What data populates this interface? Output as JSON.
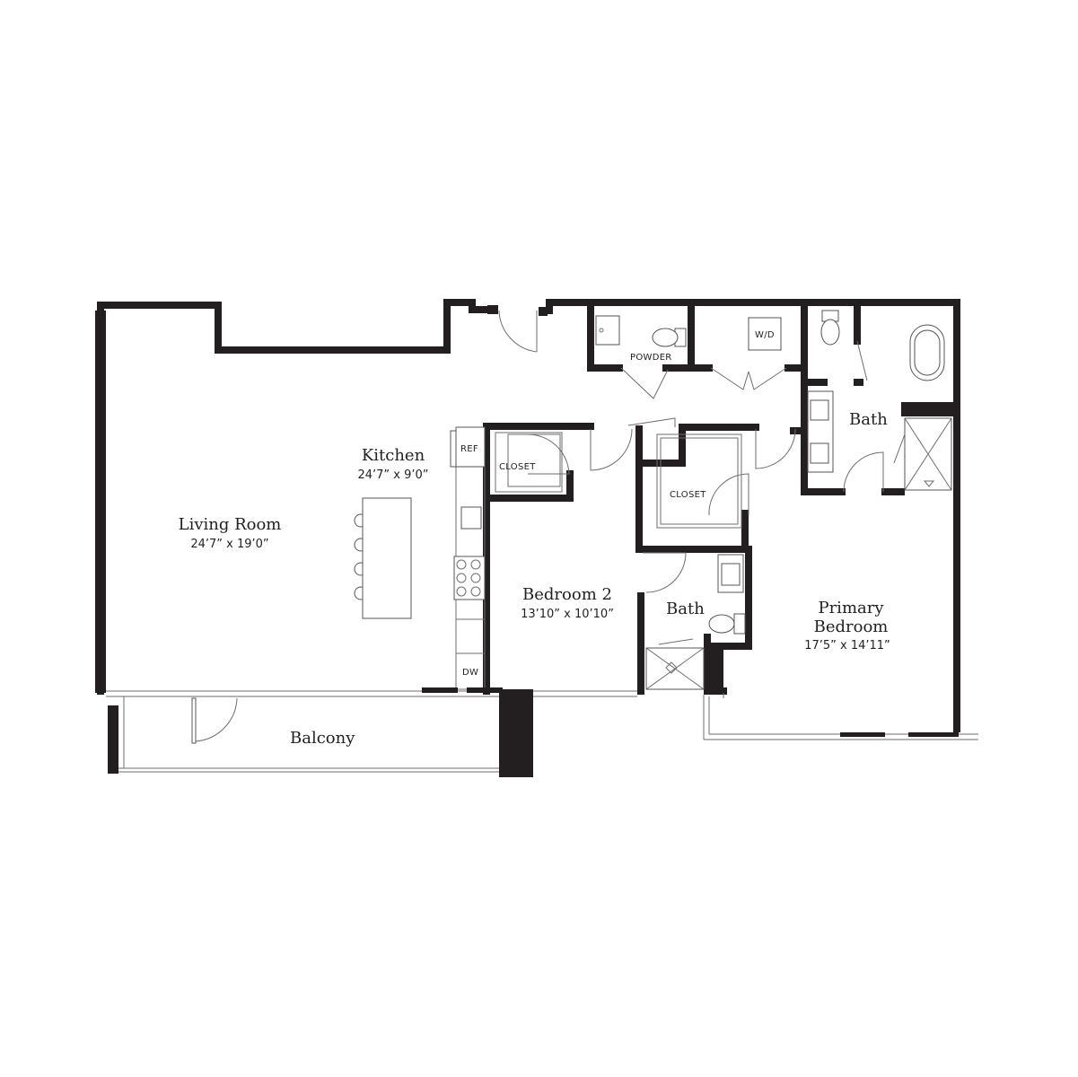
{
  "rooms": {
    "living": {
      "name": "Living Room",
      "dims": "24’7” x 19’0”"
    },
    "kitchen": {
      "name": "Kitchen",
      "dims": "24’7” x 9’0”"
    },
    "bedroom2": {
      "name": "Bedroom 2",
      "dims": "13’10” x 10’10”"
    },
    "bath2": {
      "name": "Bath"
    },
    "primary": {
      "name": "Primary",
      "name2": "Bedroom",
      "dims": "17’5” x 14’11”"
    },
    "primary_bath": {
      "name": "Bath"
    },
    "balcony": {
      "name": "Balcony"
    }
  },
  "tags": {
    "powder": "POWDER",
    "wd": "W/D",
    "ref": "REF",
    "dw": "DW",
    "closet1": "CLOSET",
    "closet2": "CLOSET"
  }
}
